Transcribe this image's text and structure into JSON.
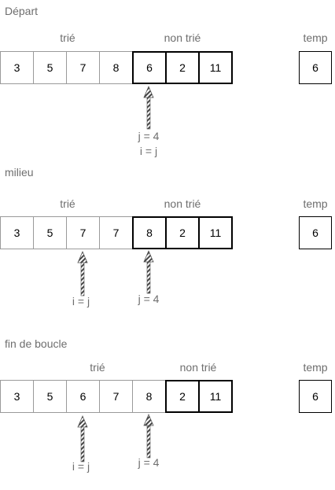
{
  "sections": [
    {
      "title": "Départ",
      "sorted_label": "trié",
      "unsorted_label": "non trié",
      "temp_label": "temp",
      "temp_value": "6",
      "cells": [
        "3",
        "5",
        "7",
        "8",
        "6",
        "2",
        "11"
      ],
      "sorted_count": 4,
      "pointers": [
        {
          "index": 4,
          "labels": [
            "j = 4",
            "i = j"
          ]
        }
      ]
    },
    {
      "title": "milieu",
      "sorted_label": "trié",
      "unsorted_label": "non trié",
      "temp_label": "temp",
      "temp_value": "6",
      "cells": [
        "3",
        "5",
        "7",
        "7",
        "8",
        "2",
        "11"
      ],
      "sorted_count": 4,
      "pointers": [
        {
          "index": 2,
          "labels": [
            "i = j"
          ]
        },
        {
          "index": 4,
          "labels": [
            "j = 4"
          ]
        }
      ]
    },
    {
      "title": "fin de boucle",
      "sorted_label": "trié",
      "unsorted_label": "non trié",
      "temp_label": "temp",
      "temp_value": "6",
      "cells": [
        "3",
        "5",
        "6",
        "7",
        "8",
        "2",
        "11"
      ],
      "sorted_count": 5,
      "pointers": [
        {
          "index": 2,
          "labels": [
            "i = j"
          ]
        },
        {
          "index": 4,
          "labels": [
            "j = 4"
          ]
        }
      ]
    }
  ]
}
